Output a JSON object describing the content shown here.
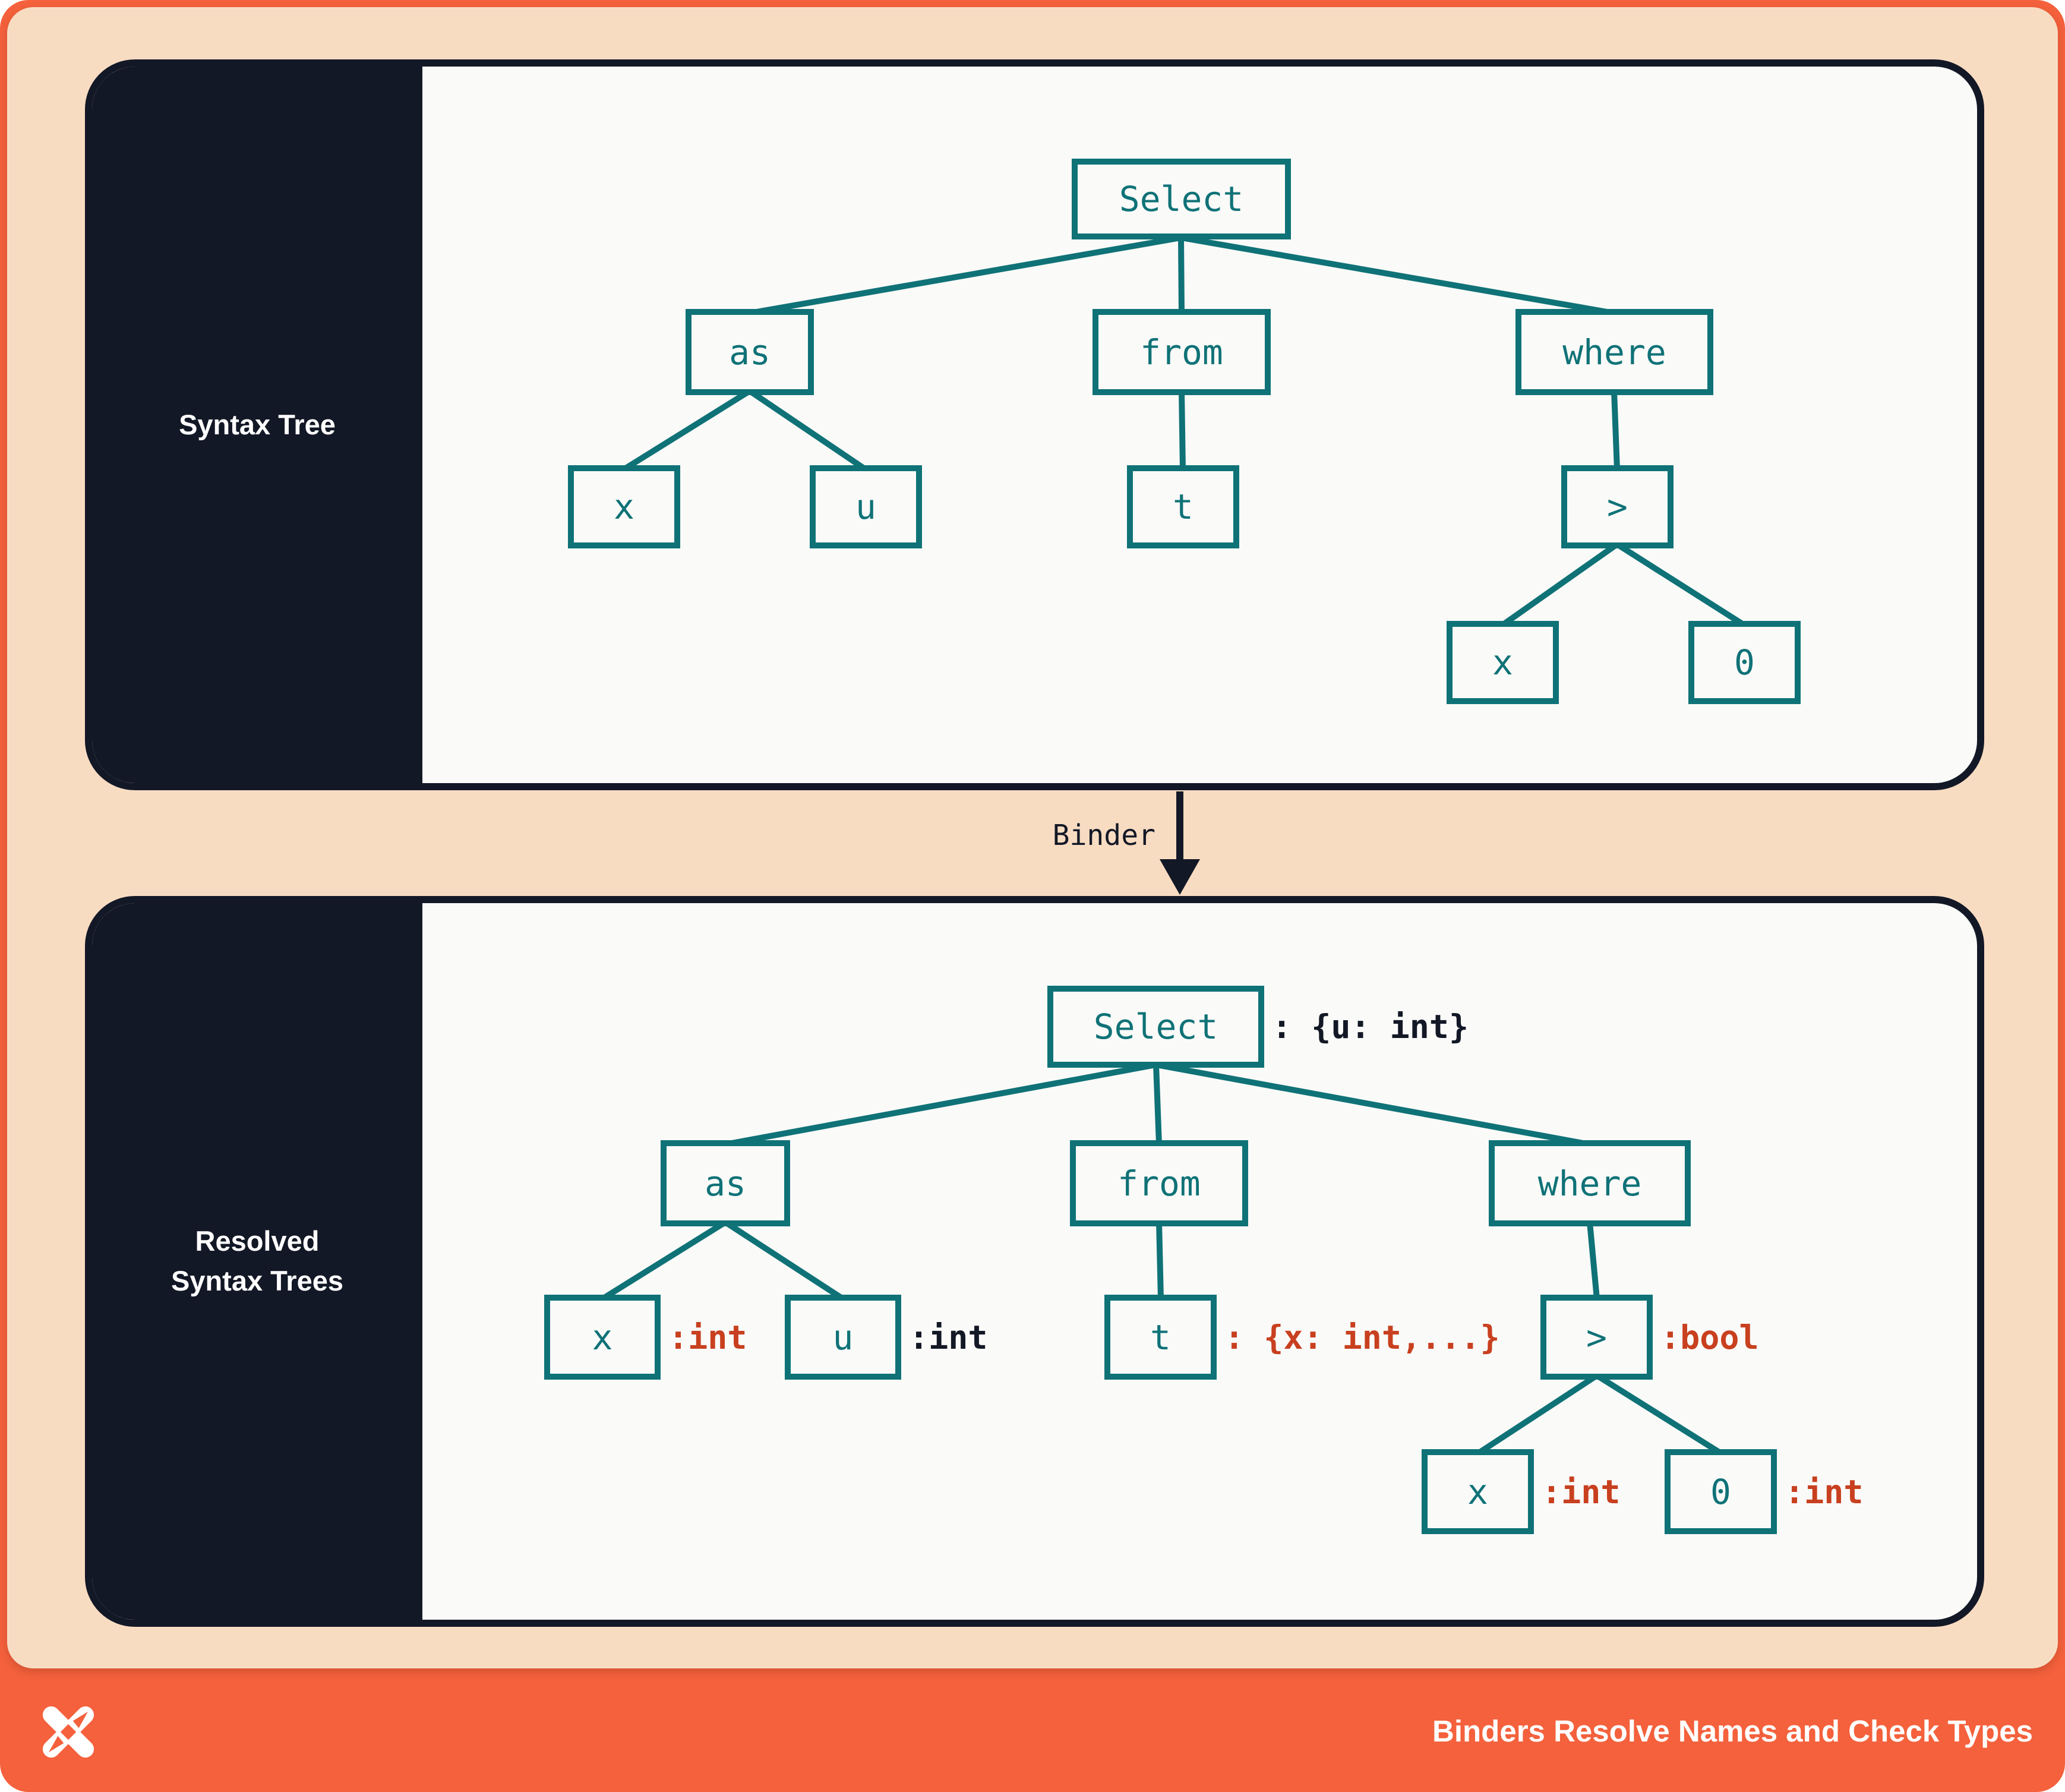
{
  "colors": {
    "frame_orange": "#F4613C",
    "frame_peach": "#F8DCC2",
    "sidebar_navy": "#131826",
    "node_teal": "#0F7277",
    "type_annotation_red": "#C8401F",
    "type_annotation_navy": "#131826",
    "panel_bg": "#FAFAF8"
  },
  "top_panel": {
    "title": "Syntax Tree",
    "nodes": {
      "select": "Select",
      "as": "as",
      "from": "from",
      "where": "where",
      "x": "x",
      "u": "u",
      "t": "t",
      "gt": ">",
      "x2": "x",
      "zero": "0"
    }
  },
  "binder": {
    "label": "Binder"
  },
  "bottom_panel": {
    "title_line1": "Resolved",
    "title_line2": "Syntax Trees",
    "nodes": {
      "select": {
        "label": "Select",
        "type": ": {u: int}",
        "type_color": "navy"
      },
      "as": {
        "label": "as"
      },
      "from": {
        "label": "from"
      },
      "where": {
        "label": "where"
      },
      "x": {
        "label": "x",
        "type": ":int",
        "type_color": "red"
      },
      "u": {
        "label": "u",
        "type": ":int",
        "type_color": "navy"
      },
      "t": {
        "label": "t",
        "type": ": {x: int,...}",
        "type_color": "red"
      },
      "gt": {
        "label": ">",
        "type": ":bool",
        "type_color": "red"
      },
      "x2": {
        "label": "x",
        "type": ":int",
        "type_color": "red"
      },
      "zero": {
        "label": "0",
        "type": ":int",
        "type_color": "red"
      }
    }
  },
  "footer": {
    "title": "Binders Resolve Names and Check Types",
    "logo": "pinwheel-x-logo"
  }
}
